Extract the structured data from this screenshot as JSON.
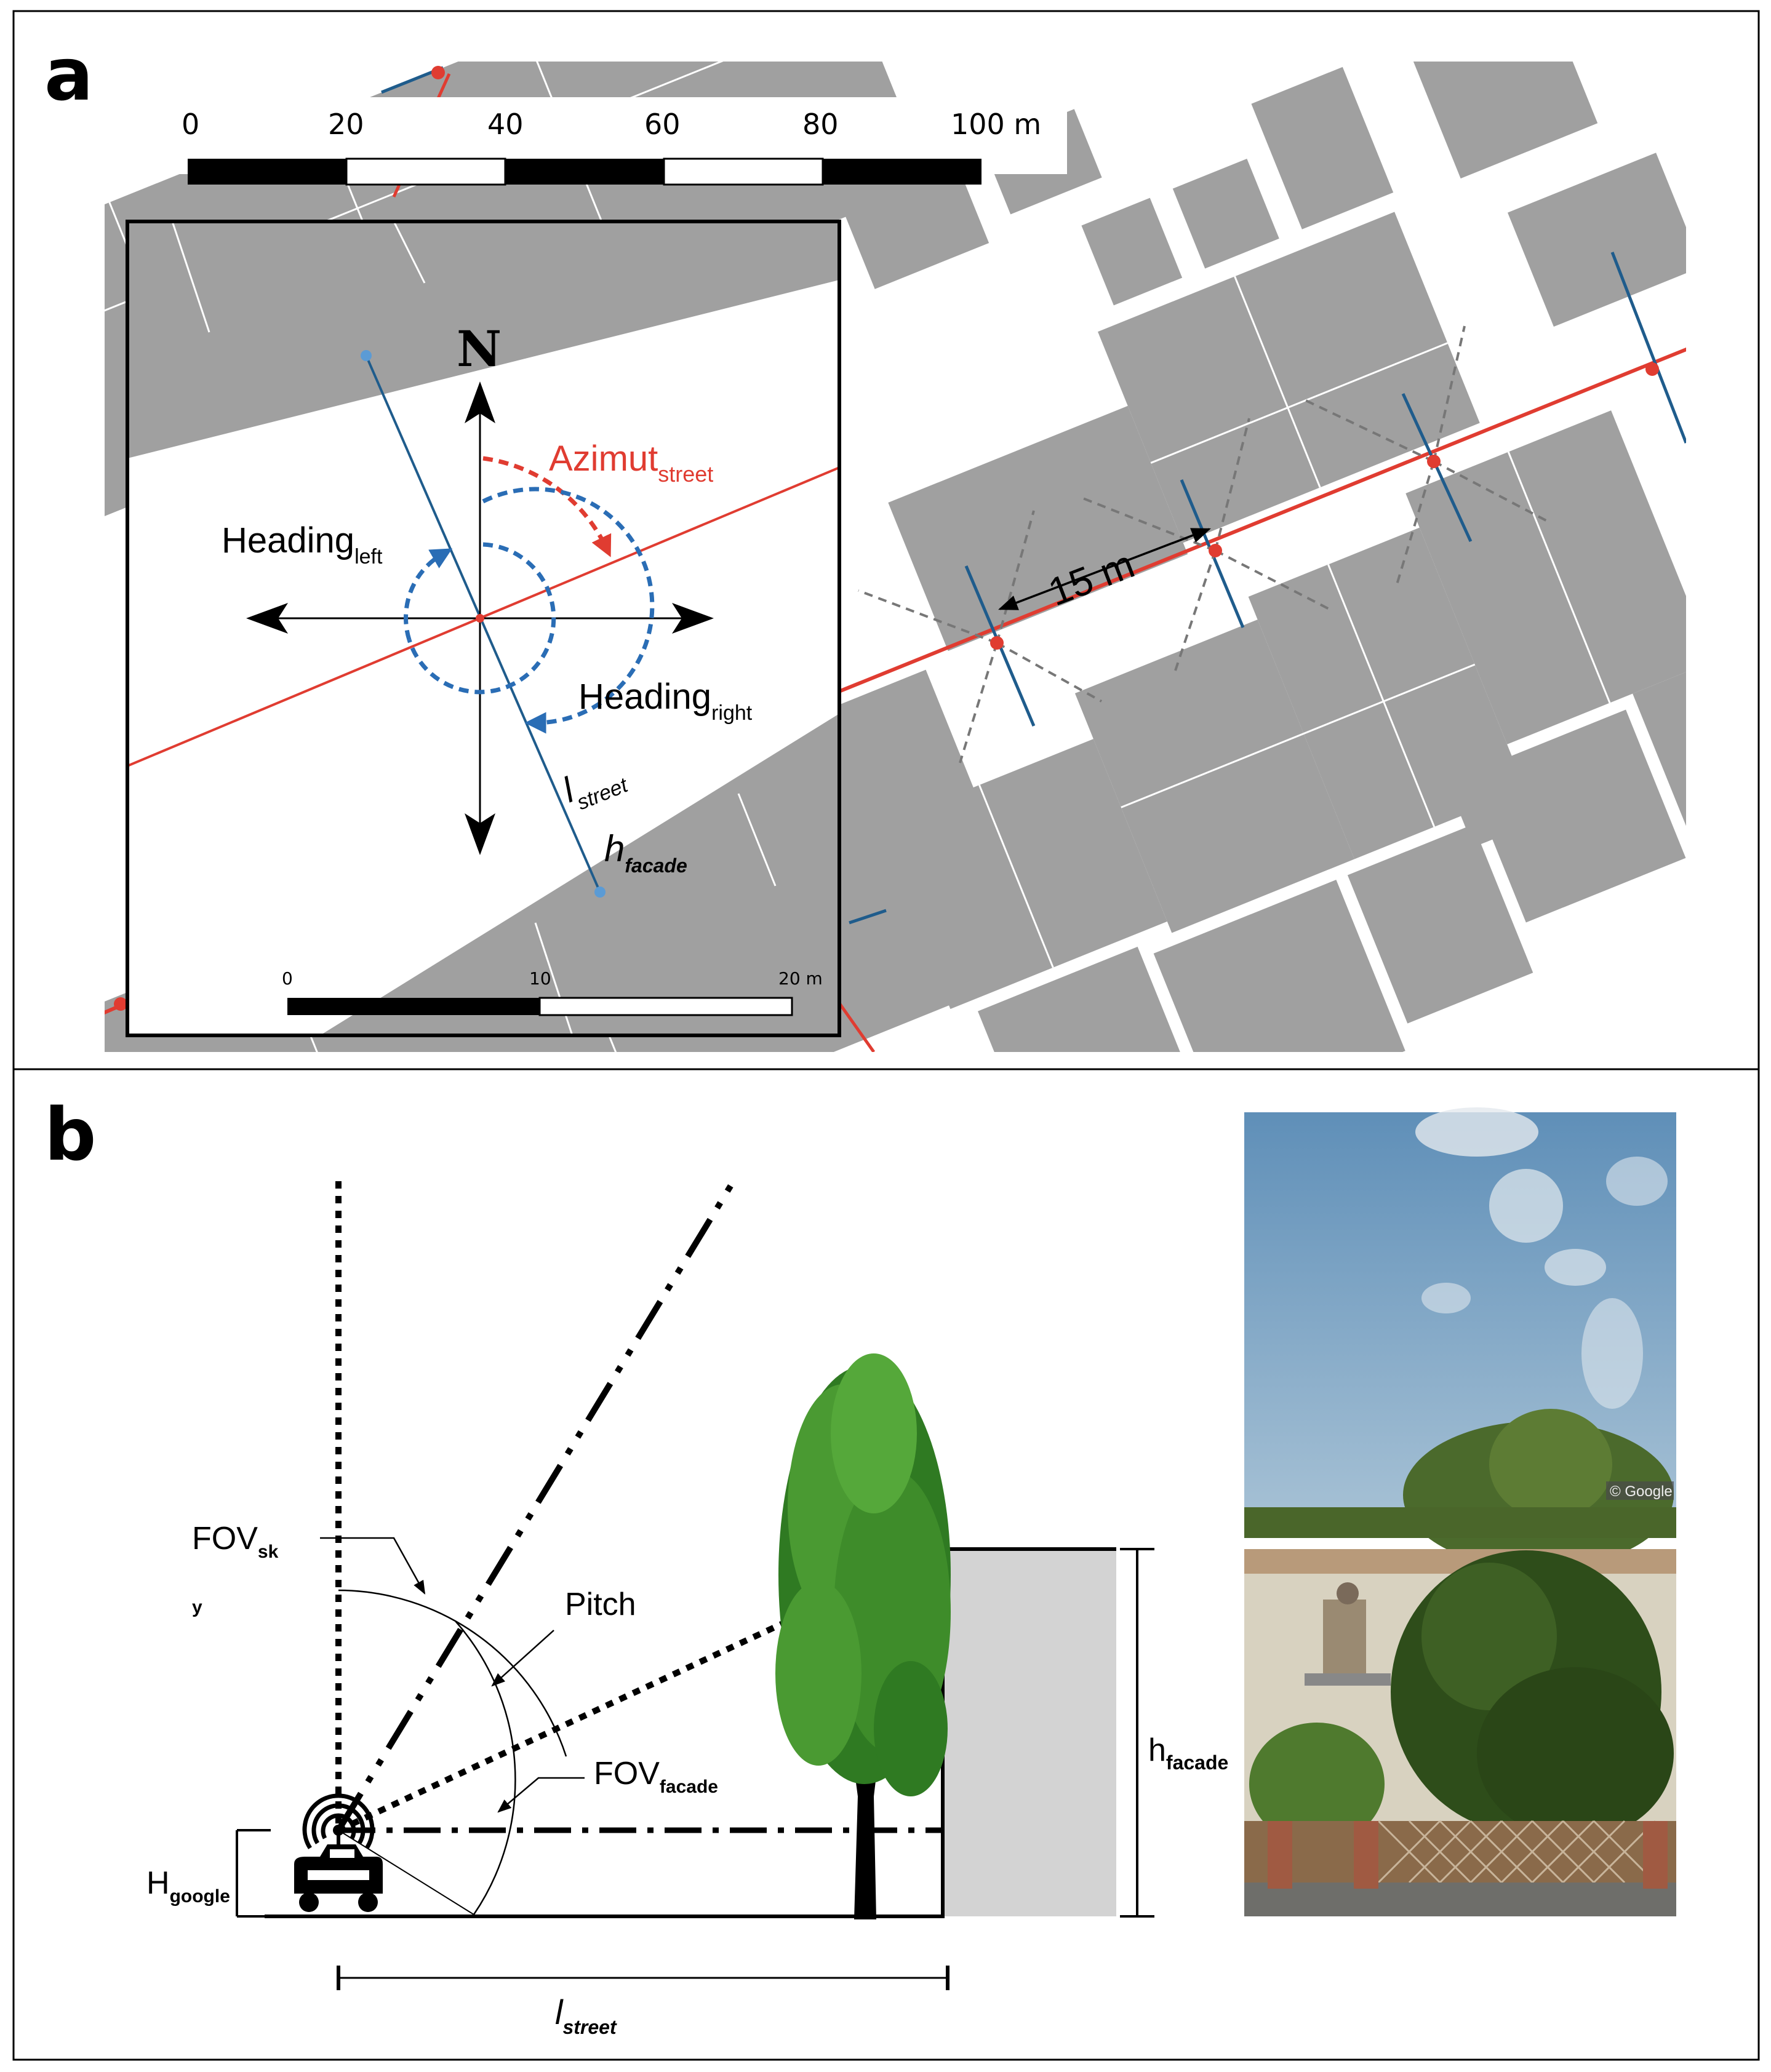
{
  "panel_a": {
    "letter": "a",
    "scale_main": {
      "ticks": [
        "0",
        "20",
        "40",
        "60",
        "80",
        "100 m"
      ]
    },
    "interval_label": "15 m",
    "inset": {
      "north": "N",
      "azimut": {
        "main": "Azimut",
        "sub": "street"
      },
      "heading_left": {
        "main": "Heading",
        "sub": "left"
      },
      "heading_right": {
        "main": "Heading",
        "sub": "right"
      },
      "l_street": {
        "main": "l",
        "sub": "street"
      },
      "h_facade": {
        "main": "h",
        "sub": "facade"
      },
      "scale": {
        "ticks": [
          "0",
          "10",
          "20 m"
        ]
      }
    },
    "colors": {
      "street": "#e03c31",
      "perpendicular": "#1f5c8c",
      "building": "#a0a0a0",
      "heading_arc": "#2a6db5"
    }
  },
  "panel_b": {
    "letter": "b",
    "fov_sky": {
      "main": "FOV",
      "sub": "sk",
      "extra": "y"
    },
    "pitch": "Pitch",
    "fov_facade": {
      "main": "FOV",
      "sub": "facade"
    },
    "h_google": {
      "main": "H",
      "sub": "google"
    },
    "h_facade": {
      "main": "h",
      "sub": "facade"
    },
    "l_street": {
      "main": "l",
      "sub": "street"
    },
    "photo_watermark": "© Google",
    "colors": {
      "building": "#d3d3d3",
      "tree": "#3f8a2a",
      "sky": "#7fa4c4"
    }
  }
}
